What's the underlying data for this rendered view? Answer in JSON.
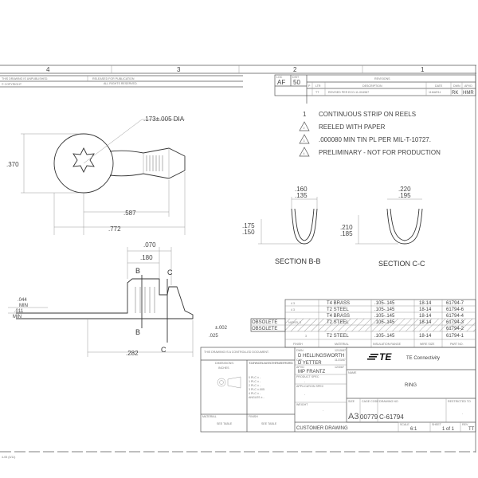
{
  "frame": {
    "zones": [
      "4",
      "3",
      "2",
      "1"
    ],
    "proprietary": {
      "line1": "THIS DRAWING IS UNPUBLISHED.",
      "released": "RELEASED FOR PUBLICATION",
      "rights": "ALL RIGHTS RESERVED.",
      "copyright": "© COPYRIGHT"
    },
    "footer_code": "4-05 (3/11)"
  },
  "revisions": {
    "loc_label": "LOC",
    "loc": "AF",
    "dist_label": "DIST",
    "dist": "50",
    "title": "REVISIONS",
    "headers": [
      "P",
      "LTR",
      "DESCRIPTION",
      "DATE",
      "DWN",
      "APVD"
    ],
    "rows": [
      {
        "ltr": "TT",
        "description": "REVISED PER ECO-11-004987",
        "date": "11MAR11",
        "dwn": "RK",
        "apvd": "HMR"
      }
    ]
  },
  "notes": [
    {
      "num": "1",
      "flag": false,
      "text": "CONTINUOUS STRIP ON REELS"
    },
    {
      "num": "2",
      "flag": true,
      "text": "REELED WITH PAPER"
    },
    {
      "num": "3",
      "flag": true,
      "text": ".000080 MIN TIN PL PER MIL-T-10727."
    },
    {
      "num": "4",
      "flag": true,
      "text": "PRELIMINARY - NOT FOR PRODUCTION"
    }
  ],
  "dimensions": {
    "hole_dia": ".173±.005 DIA",
    "width": ".370",
    "length_a": ".587",
    "length_b": ".772",
    "side_070": ".070",
    "side_180": ".180",
    "side_044": ".044",
    "side_011": ".011",
    "min": "MIN",
    "tol_002": "±.002",
    "side_025": ".025",
    "side_282": ".282",
    "bb_w_max": ".160",
    "bb_w_min": ".135",
    "bb_h_max": ".175",
    "bb_h_min": ".150",
    "cc_w_max": ".220",
    "cc_w_min": ".195",
    "cc_h_max": ".210",
    "cc_h_min": ".185",
    "label_b": "B",
    "label_c": "C"
  },
  "sections": {
    "bb": "SECTION B-B",
    "cc": "SECTION C-C"
  },
  "parts_table": {
    "headers": [
      "FINISH",
      "MATERIAL",
      "INSULATION RANGE",
      "WIRE SIZE",
      "PART NO."
    ],
    "rows": [
      {
        "status": "",
        "flags": "4  3",
        "material": "T4 BRASS",
        "insulation": ".105-.145",
        "wire": "18-14",
        "part": "61794-7"
      },
      {
        "status": "",
        "flags": "4  3",
        "material": "T2 STEEL",
        "insulation": ".105-.145",
        "wire": "18-14",
        "part": "61794-6"
      },
      {
        "status": "",
        "flags": "",
        "material": "T4 BRASS",
        "insulation": ".105-.145",
        "wire": "18-14",
        "part": "61794-4"
      },
      {
        "status": "OBSOLETE",
        "flags": "NICKEL  3",
        "material": "T2 STEEL",
        "insulation": ".105-.145",
        "wire": "18-14",
        "part": "61794-3"
      },
      {
        "status": "OBSOLETE",
        "flags": "",
        "material": "",
        "insulation": "",
        "wire": "",
        "part": "61794-2"
      },
      {
        "status": "",
        "flags": "3",
        "material": "T2 STEEL",
        "insulation": ".105-.145",
        "wire": "18-14",
        "part": "61794-1"
      }
    ]
  },
  "title_block": {
    "controlled": "THIS DRAWING IS A CONTROLLED DOCUMENT.",
    "dimensions_label": "DIMENSIONS:",
    "dimensions_unit": "INCHES",
    "tolerances": "TOLERANCES UNLESS OTHERWISE SPECIFIED:",
    "tol_lines": [
      "0 PLC  ±  -",
      "1 PLC  ±  -",
      "2 PLC  ±  -",
      "3 PLC  ±.005",
      "4 PLC  ±  -",
      "ANGLES  ±  -"
    ],
    "material_label": "MATERIAL",
    "material_value": "SEE TABLE",
    "finish_label": "FINISH",
    "finish_value": "SEE TABLE",
    "dwn_label": "DWN",
    "dwn_name": "D HELLINGSWORTH",
    "dwn_date": "12/15/87",
    "chk_label": "CHK",
    "chk_name": "D YETTER",
    "chk_date": "11/23/87",
    "appr_label": "APVD",
    "appr_name": "MP FRANTZ",
    "appr_date": "12/3/87",
    "product_spec_label": "PRODUCT SPEC",
    "product_spec": "-",
    "application_spec_label": "APPLICATION SPEC",
    "application_spec": "-",
    "weight_label": "WEIGHT",
    "weight": "-",
    "customer_drawing": "CUSTOMER DRAWING",
    "logo_text": "TE",
    "company": "TE Connectivity",
    "name_label": "NAME",
    "name": "RING",
    "size_label": "SIZE",
    "size": "A3",
    "cage_label": "CAGE CODE",
    "cage": "00779",
    "drawing_no_label": "DRAWING NO",
    "drawing_no": "C-61794",
    "restricted_label": "RESTRICTED TO",
    "restricted": "-",
    "scale_label": "SCALE",
    "scale": "6:1",
    "sheet_label": "SHEET",
    "sheet": "1 of 1",
    "rev_label": "REV",
    "rev": "TT"
  }
}
